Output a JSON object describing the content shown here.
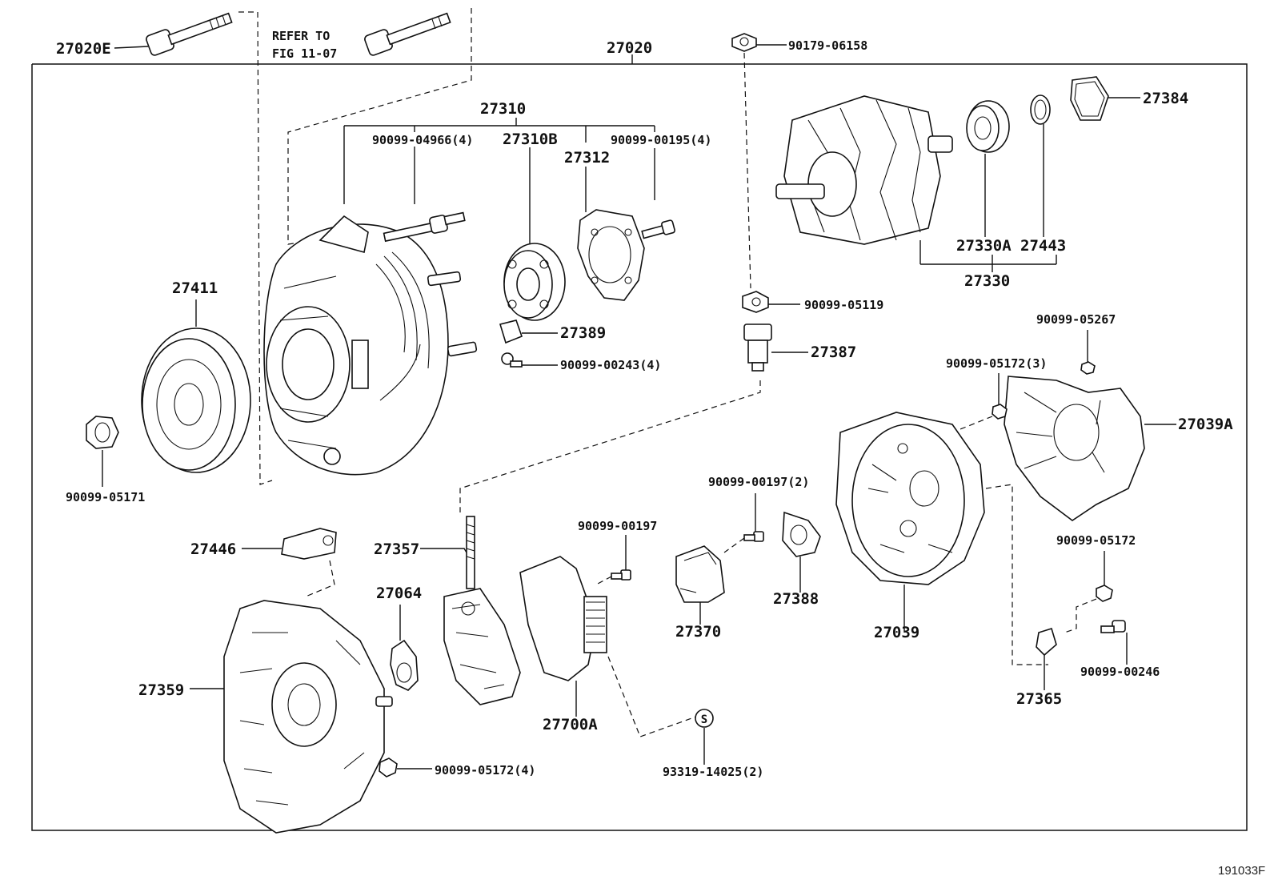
{
  "labels": {
    "l27020E": "27020E",
    "refer1": "REFER TO",
    "refer2": "FIG 11-07",
    "l27020": "27020",
    "l90179_06158": "90179-06158",
    "l27310": "27310",
    "l90099_04966": "90099-04966(4)",
    "l27310B": "27310B",
    "l27312": "27312",
    "l90099_00195": "90099-00195(4)",
    "l27384": "27384",
    "l27330A": "27330A",
    "l27443": "27443",
    "l27330": "27330",
    "l27411": "27411",
    "l90099_05119": "90099-05119",
    "l27389": "27389",
    "l90099_00243": "90099-00243(4)",
    "l27387": "27387",
    "l90099_05267": "90099-05267",
    "l90099_05172_3": "90099-05172(3)",
    "l27039A": "27039A",
    "l90099_05171": "90099-05171",
    "l90099_00197_2": "90099-00197(2)",
    "l90099_05172": "90099-05172",
    "l27446": "27446",
    "l27357": "27357",
    "l90099_00197": "90099-00197",
    "l27064": "27064",
    "l27388": "27388",
    "l27370": "27370",
    "l27039": "27039",
    "l90099_00246": "90099-00246",
    "l27365": "27365",
    "l27359": "27359",
    "l27700A": "27700A",
    "l90099_05172_4": "90099-05172(4)",
    "l93319_14025": "93319-14025(2)"
  },
  "icons": {
    "s_symbol": "S"
  },
  "footer": {
    "code": "191033F"
  }
}
